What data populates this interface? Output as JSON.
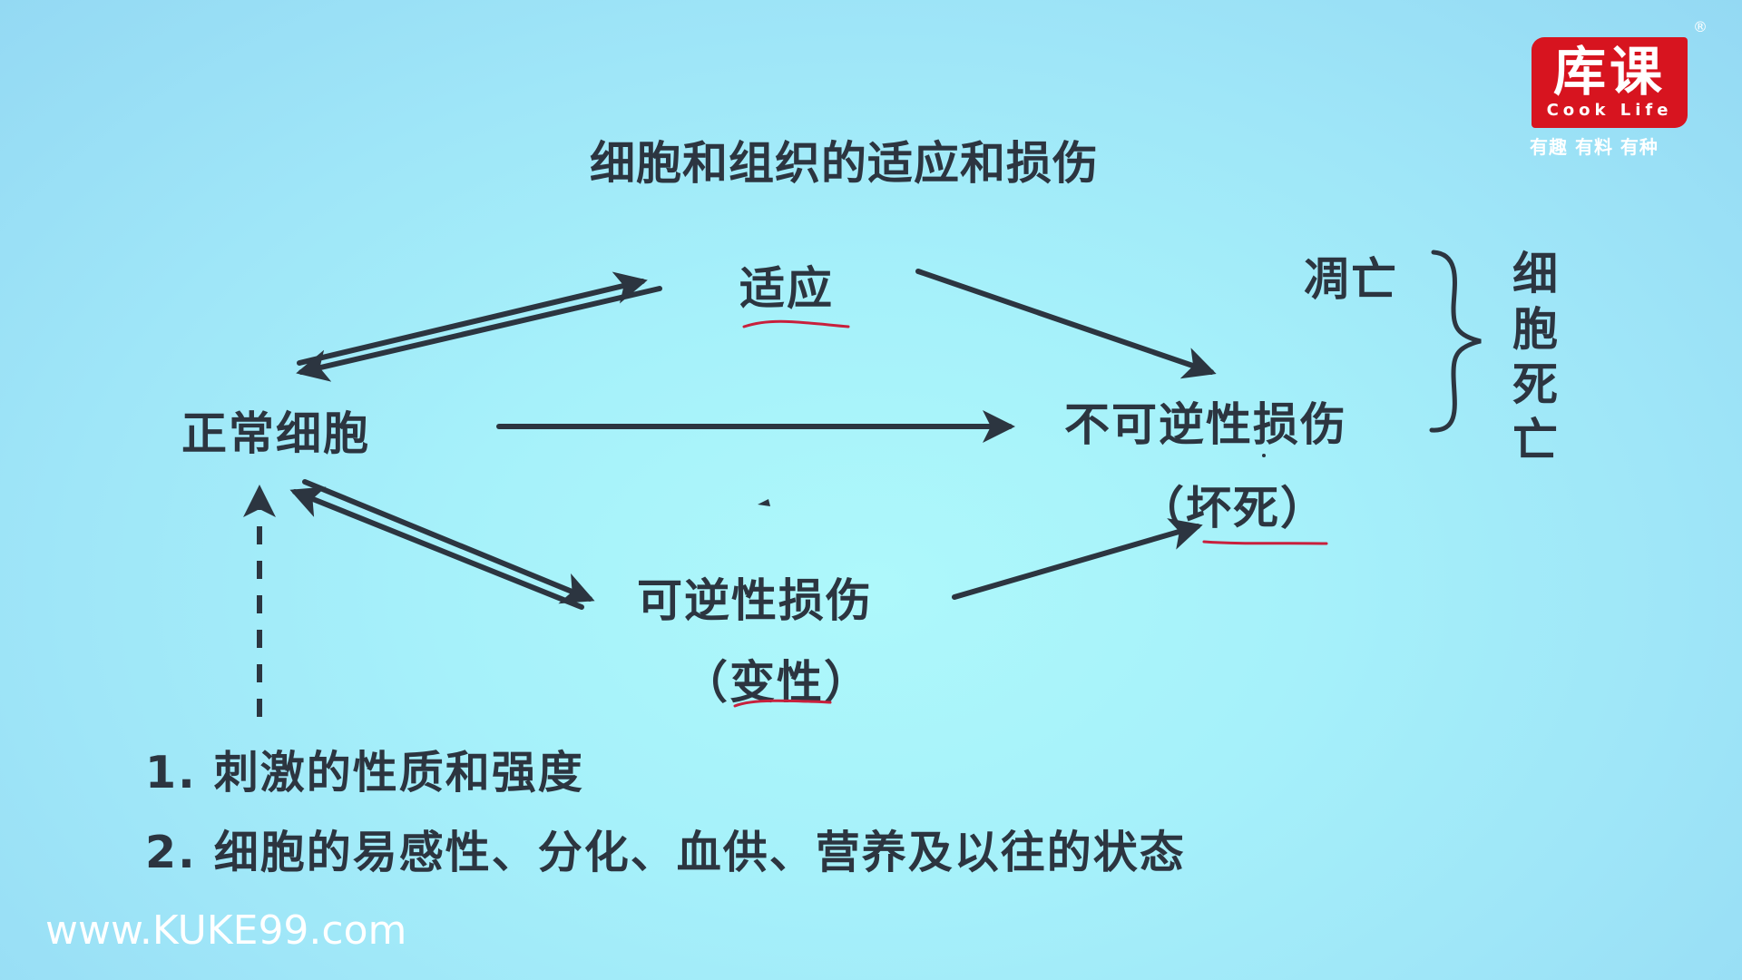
{
  "slide": {
    "title": "细胞和组织的适应和损伤",
    "background_color": "#a6f1fa",
    "text_color": "#2c3540",
    "annotation_color": "#c8203c"
  },
  "diagram": {
    "nodes": {
      "normal_cell": "正常细胞",
      "adaptation": "适应",
      "irreversible_injury": "不可逆性损伤",
      "necrosis": "（坏死）",
      "reversible_injury": "可逆性损伤",
      "degeneration": "（变性）",
      "apoptosis": "凋亡"
    },
    "bracket_label": [
      "细",
      "胞",
      "死",
      "亡"
    ],
    "edges": [
      {
        "from": "正常细胞",
        "to": "适应",
        "type": "bidirectional"
      },
      {
        "from": "适应",
        "to": "不可逆性损伤",
        "type": "arrow"
      },
      {
        "from": "正常细胞",
        "to": "不可逆性损伤",
        "type": "arrow"
      },
      {
        "from": "正常细胞",
        "to": "可逆性损伤",
        "type": "bidirectional"
      },
      {
        "from": "可逆性损伤",
        "to": "不可逆性损伤",
        "type": "arrow"
      },
      {
        "from": "factors",
        "to": "正常细胞",
        "type": "dashed-arrow"
      }
    ],
    "underlined": [
      "适应",
      "坏死",
      "变性"
    ]
  },
  "factors": [
    "1. 刺激的性质和强度",
    "2. 细胞的易感性、分化、血供、营养及以往的状态"
  ],
  "watermark": {
    "url": "www.KUKE99.com",
    "logo_main": "库课",
    "logo_sub": "Cook Life",
    "logo_slogan": "有趣 有料 有种",
    "registered": "®"
  }
}
